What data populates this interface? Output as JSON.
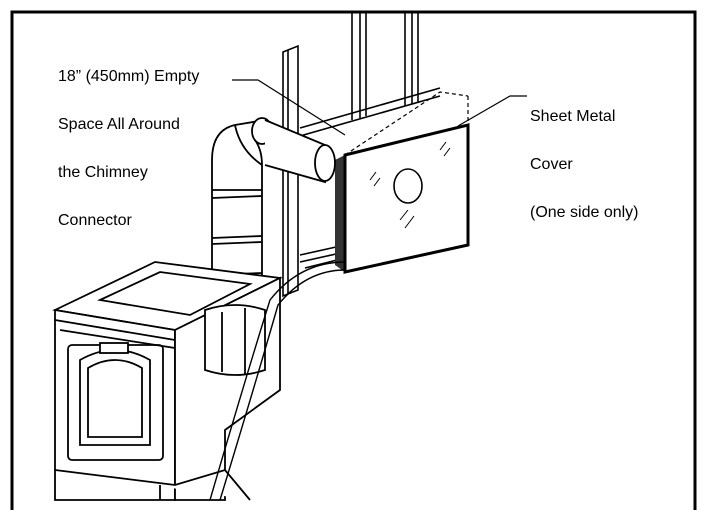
{
  "labels": {
    "empty_space": [
      "18” (450mm) Empty",
      "Space All Around",
      "the Chimney",
      "Connector"
    ],
    "sheet_metal_cover": [
      "Sheet Metal",
      "Cover",
      "(One side only)"
    ]
  },
  "colors": {
    "line": "#000000",
    "background": "#ffffff",
    "cover_fill": "#ffffff",
    "panel_shadow": "#2a2a2a"
  }
}
